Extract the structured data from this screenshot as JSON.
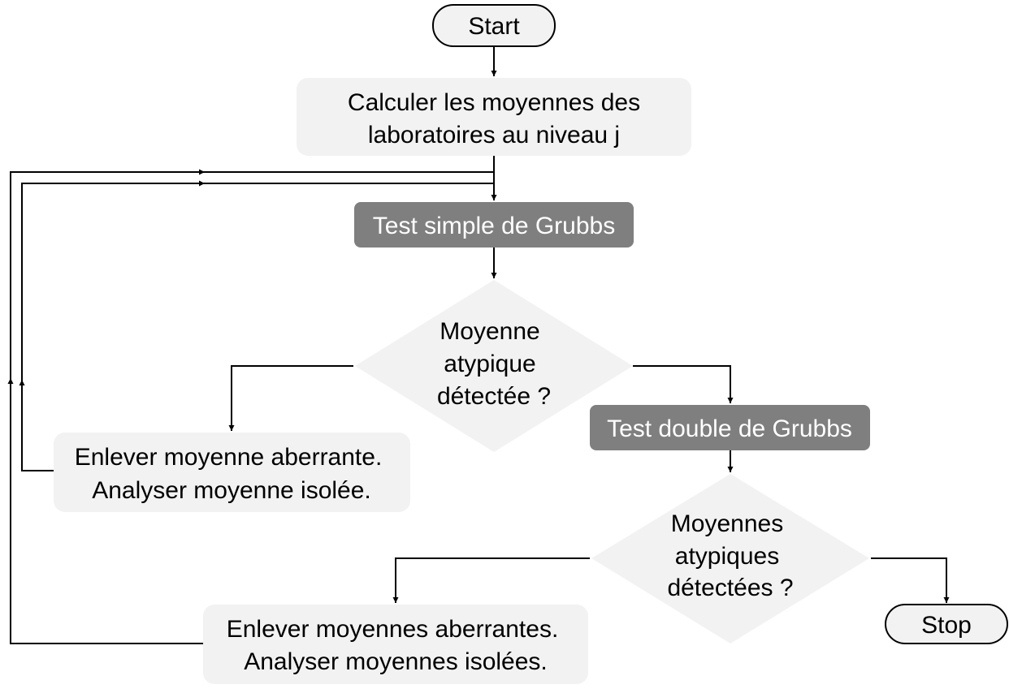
{
  "flowchart": {
    "start": "Start",
    "compute": [
      "Calculer les moyennes des",
      "laboratoires au niveau j"
    ],
    "grubbs_simple": "Test simple de Grubbs",
    "decision_single": [
      "Moyenne",
      "atypique",
      "détectée ?"
    ],
    "remove_single": [
      "Enlever moyenne aberrante.",
      "Analyser moyenne isolée."
    ],
    "grubbs_double": "Test double de Grubbs",
    "decision_double": [
      "Moyennes",
      "atypiques",
      "détectées ?"
    ],
    "remove_double": [
      "Enlever moyennes aberrantes.",
      "Analyser moyennes isolées."
    ],
    "stop": "Stop"
  },
  "colors": {
    "light_fill": "#f2f2f2",
    "dark_fill": "#7f7f7f",
    "line": "#000000",
    "text_dark": "#000000",
    "text_light": "#ffffff"
  }
}
